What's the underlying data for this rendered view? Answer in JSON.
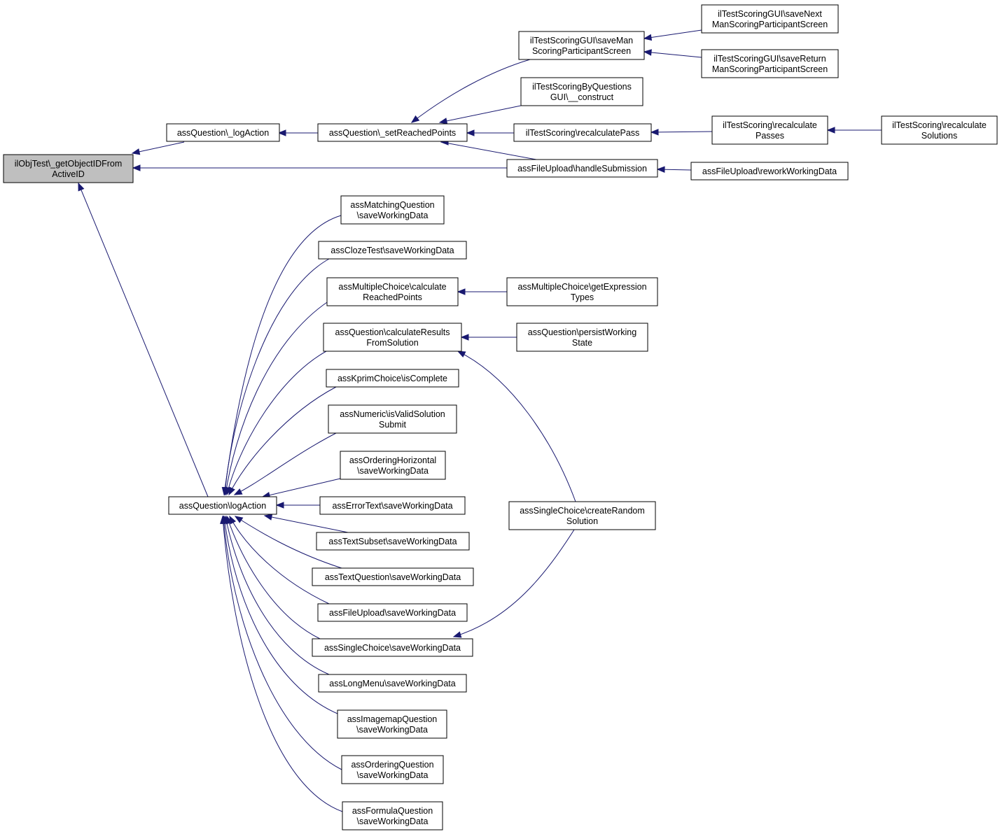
{
  "colors": {
    "edge": "#191970",
    "node_fill": "#ffffff",
    "root_fill": "#bfbfbf",
    "node_stroke": "#000000"
  },
  "nodes": {
    "root": [
      "ilObjTest\\_getObjectIDFrom",
      "ActiveID"
    ],
    "logActionPriv": [
      "assQuestion\\_logAction"
    ],
    "setReachedPoints": [
      "assQuestion\\_setReachedPoints"
    ],
    "saveManScoring": [
      "ilTestScoringGUI\\saveMan",
      "ScoringParticipantScreen"
    ],
    "saveNextMan": [
      "ilTestScoringGUI\\saveNext",
      "ManScoringParticipantScreen"
    ],
    "saveReturnMan": [
      "ilTestScoringGUI\\saveReturn",
      "ManScoringParticipantScreen"
    ],
    "byQuestionsConstruct": [
      "ilTestScoringByQuestions",
      "GUI\\__construct"
    ],
    "recalculatePass": [
      "ilTestScoring\\recalculatePass"
    ],
    "recalculatePasses": [
      "ilTestScoring\\recalculate",
      "Passes"
    ],
    "recalculateSolutions": [
      "ilTestScoring\\recalculate",
      "Solutions"
    ],
    "handleSubmission": [
      "assFileUpload\\handleSubmission"
    ],
    "reworkWorkingData": [
      "assFileUpload\\reworkWorkingData"
    ],
    "logAction": [
      "assQuestion\\logAction"
    ],
    "matchingSave": [
      "assMatchingQuestion",
      "\\saveWorkingData"
    ],
    "clozeSave": [
      "assClozeTest\\saveWorkingData"
    ],
    "mcCalculate": [
      "assMultipleChoice\\calculate",
      "ReachedPoints"
    ],
    "mcGetExpression": [
      "assMultipleChoice\\getExpression",
      "Types"
    ],
    "calcResults": [
      "assQuestion\\calculateResults",
      "FromSolution"
    ],
    "persistWorking": [
      "assQuestion\\persistWorking",
      "State"
    ],
    "kprimComplete": [
      "assKprimChoice\\isComplete"
    ],
    "numericValid": [
      "assNumeric\\isValidSolution",
      "Submit"
    ],
    "orderingHorizSave": [
      "assOrderingHorizontal",
      "\\saveWorkingData"
    ],
    "errorTextSave": [
      "assErrorText\\saveWorkingData"
    ],
    "textSubsetSave": [
      "assTextSubset\\saveWorkingData"
    ],
    "textQuestionSave": [
      "assTextQuestion\\saveWorkingData"
    ],
    "fileUploadSave": [
      "assFileUpload\\saveWorkingData"
    ],
    "singleChoiceSave": [
      "assSingleChoice\\saveWorkingData"
    ],
    "singleChoiceRandom": [
      "assSingleChoice\\createRandom",
      "Solution"
    ],
    "longMenuSave": [
      "assLongMenu\\saveWorkingData"
    ],
    "imagemapSave": [
      "assImagemapQuestion",
      "\\saveWorkingData"
    ],
    "orderingSave": [
      "assOrderingQuestion",
      "\\saveWorkingData"
    ],
    "formulaSave": [
      "assFormulaQuestion",
      "\\saveWorkingData"
    ]
  }
}
